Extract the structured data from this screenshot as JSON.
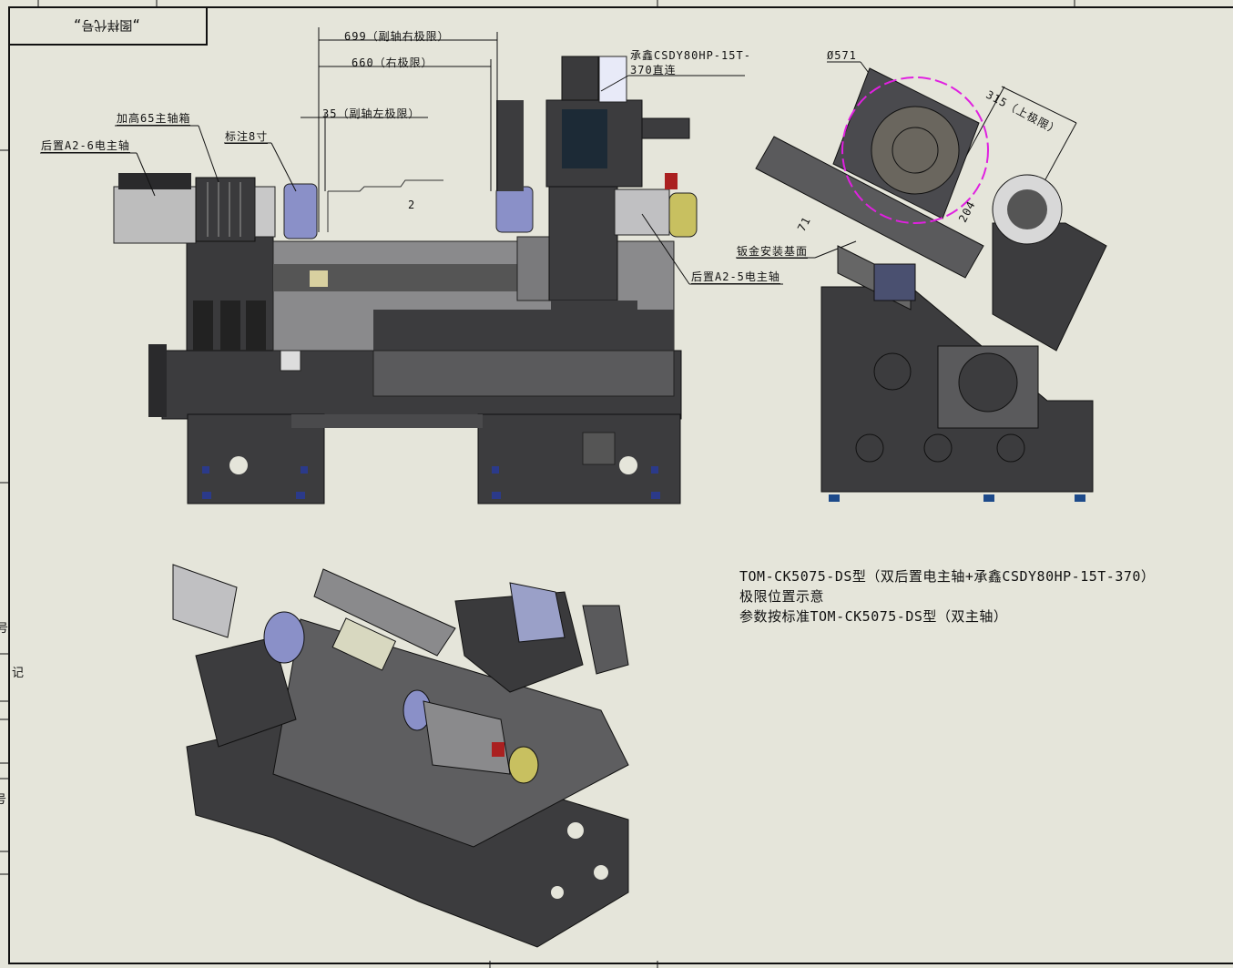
{
  "title_block": {
    "drawing_code_label": "„图样代号„"
  },
  "dimensions": {
    "sub_spindle_right_limit": "699（副轴右极限）",
    "right_limit": "660（右极限）",
    "sub_spindle_left_limit": "35（副轴左极限）",
    "turret_diameter": "Ø571",
    "upper_limit": "315（上极限）",
    "dim_204": "204",
    "dim_71": "71",
    "section_mark": "2"
  },
  "callouts": {
    "raised_headstock": "加高65主轴箱",
    "rear_spindle_left": "后置A2-6电主轴",
    "mark_dimension": "标注8寸",
    "turret_model_line1": "承鑫CSDY80HP-15T-",
    "turret_model_line2": "370直连",
    "sheet_metal_base": "钣金安装基面",
    "rear_spindle_right": "后置A2-5电主轴"
  },
  "notes": [
    "TOM-CK5075-DS型（双后置电主轴+承鑫CSDY80HP-15T-370）",
    "极限位置示意",
    "参数按标准TOM-CK5075-DS型（双主轴）"
  ],
  "side_table": {
    "row1": "号",
    "row2": "记",
    "row3": "号"
  },
  "colors": {
    "background": "#e5e5da",
    "machine_dark": "#3c3c3e",
    "machine_mid": "#6a6a6c",
    "highlight_circle": "#e020e0",
    "spindle_blue": "#8a90c8",
    "chuck_yellow": "#c8c060"
  }
}
